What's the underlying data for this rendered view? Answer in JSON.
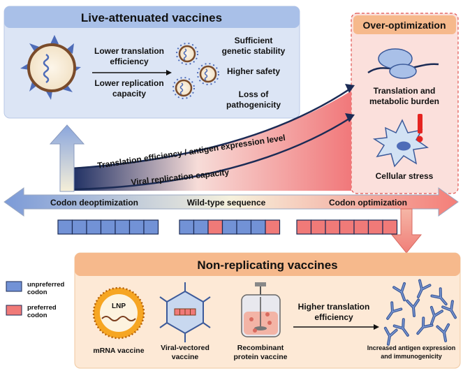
{
  "live_attenuated": {
    "title": "Live-attenuated vaccines",
    "mechanism": [
      "Lower translation",
      "efficiency",
      "Lower replication",
      "capacity"
    ],
    "outcomes": [
      "Sufficient",
      "genetic stability",
      "Higher safety",
      "Loss of",
      "pathogenicity"
    ]
  },
  "over_optimization": {
    "title": "Over-optimization",
    "burden": [
      "Translation and",
      "metabolic burden"
    ],
    "stress": "Cellular stress"
  },
  "curves": {
    "translation": "Translation efficiency /  antigen expression level",
    "replication": "Viral replication capacity"
  },
  "axis": {
    "left": "Codon deoptimization",
    "middle": "Wild-type sequence",
    "right": "Codon optimization"
  },
  "codon_strips": [
    [
      "u",
      "u",
      "u",
      "u",
      "u",
      "u",
      "u"
    ],
    [
      "u",
      "u",
      "p",
      "u",
      "u",
      "u",
      "p"
    ],
    [
      "p",
      "p",
      "p",
      "p",
      "p",
      "p",
      "p"
    ]
  ],
  "legend": {
    "unpreferred": [
      "unpreferred",
      "codon"
    ],
    "preferred": [
      "preferred",
      "codon"
    ]
  },
  "non_replicating": {
    "title": "Non-replicating vaccines",
    "lnp": "LNP",
    "mrna": "mRNA vaccine",
    "viral_vectored": [
      "Viral-vectored",
      "vaccine"
    ],
    "recombinant": [
      "Recombinant",
      "protein vaccine"
    ],
    "higher": [
      "Higher translation",
      "efficiency"
    ],
    "result": [
      "Increased antigen expression",
      "and immunogenicity"
    ]
  },
  "colors": {
    "unpreferred": "#7292d6",
    "preferred": "#f07a78",
    "blue_panel": "#dce5f5",
    "orange_panel": "#fde9d6",
    "title_blue": "#a9c0e8",
    "title_orange": "#f6b98c"
  }
}
